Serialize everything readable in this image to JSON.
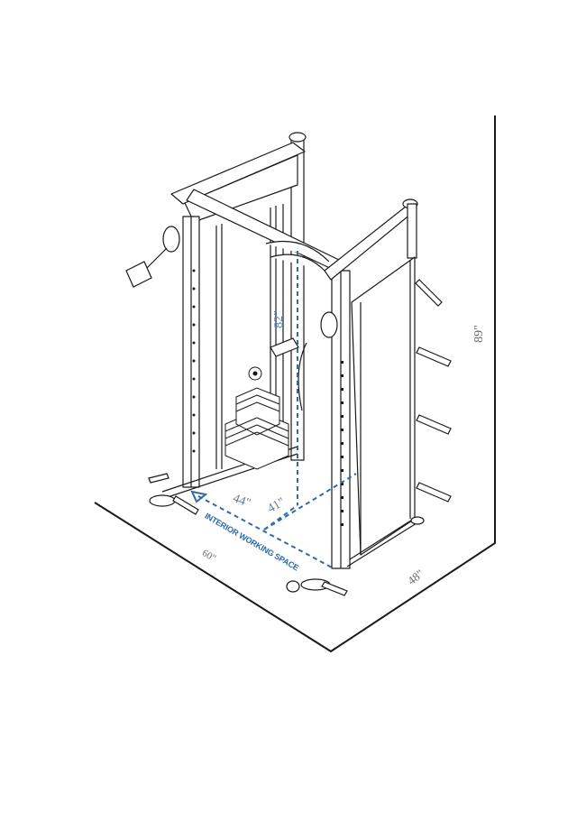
{
  "diagram": {
    "subject": "functional trainer / cable crossover rack, isometric line drawing",
    "colors": {
      "line": "#1a1a1a",
      "dimension_blue": "#2d6aa6",
      "dimension_text_gray": "#6a6a6a",
      "background": "#ffffff"
    },
    "dimensions": {
      "overall_height": "89\"",
      "interior_height": "82\"",
      "interior_width": "44\"",
      "interior_depth": "41\"",
      "footprint_width": "60\"",
      "footprint_depth": "48\""
    },
    "labels": {
      "interior": "INTERIOR WORKING SPACE"
    },
    "components": [
      "left upright with adjustment holes",
      "right upright with adjustment holes",
      "top front crossbar",
      "pull-up bar",
      "weight stack",
      "cable pulleys with D-handles",
      "rear storage panel",
      "weight plate storage horns",
      "floor stabilizer feet"
    ]
  }
}
